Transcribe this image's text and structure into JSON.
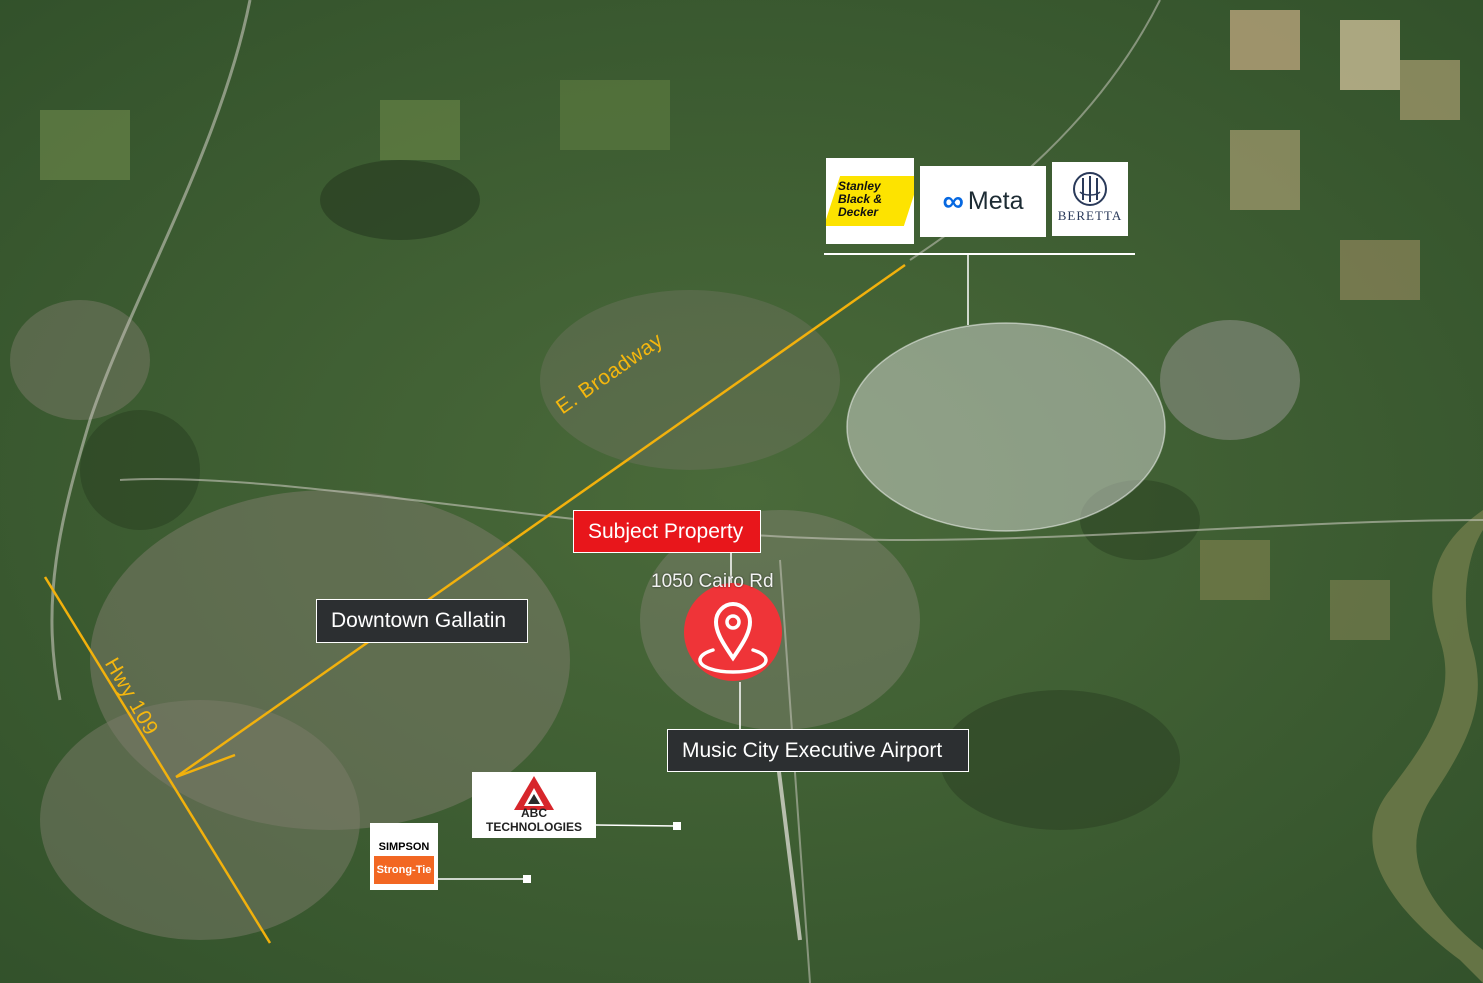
{
  "map": {
    "road_labels": {
      "e_broadway": "E. Broadway",
      "hwy_109": "Hwy 109"
    },
    "callouts": {
      "subject_property": "Subject Property",
      "downtown": "Downtown Gallatin",
      "airport": "Music City Executive Airport"
    },
    "address": "1050 Cairo Rd",
    "logos": {
      "stanley": "Stanley Black & Decker",
      "stanley_line1": "Stanley",
      "stanley_line2": "Black &",
      "stanley_line3": "Decker",
      "meta": "Meta",
      "beretta": "BERETTA",
      "abc": "ABC TECHNOLOGIES",
      "simpson_top": "SIMPSON",
      "simpson_bottom": "Strong-Tie"
    },
    "icons": {
      "pin": "location-pin-icon",
      "meta_mark": "meta-infinity-icon",
      "abc_mark": "abc-triangle-icon",
      "beretta_mark": "beretta-crest-icon"
    },
    "colors": {
      "road": "#f2b10c",
      "callout_dark": "#2c2f31",
      "callout_red": "#e8161b",
      "pin_red": "#ef3438"
    }
  }
}
